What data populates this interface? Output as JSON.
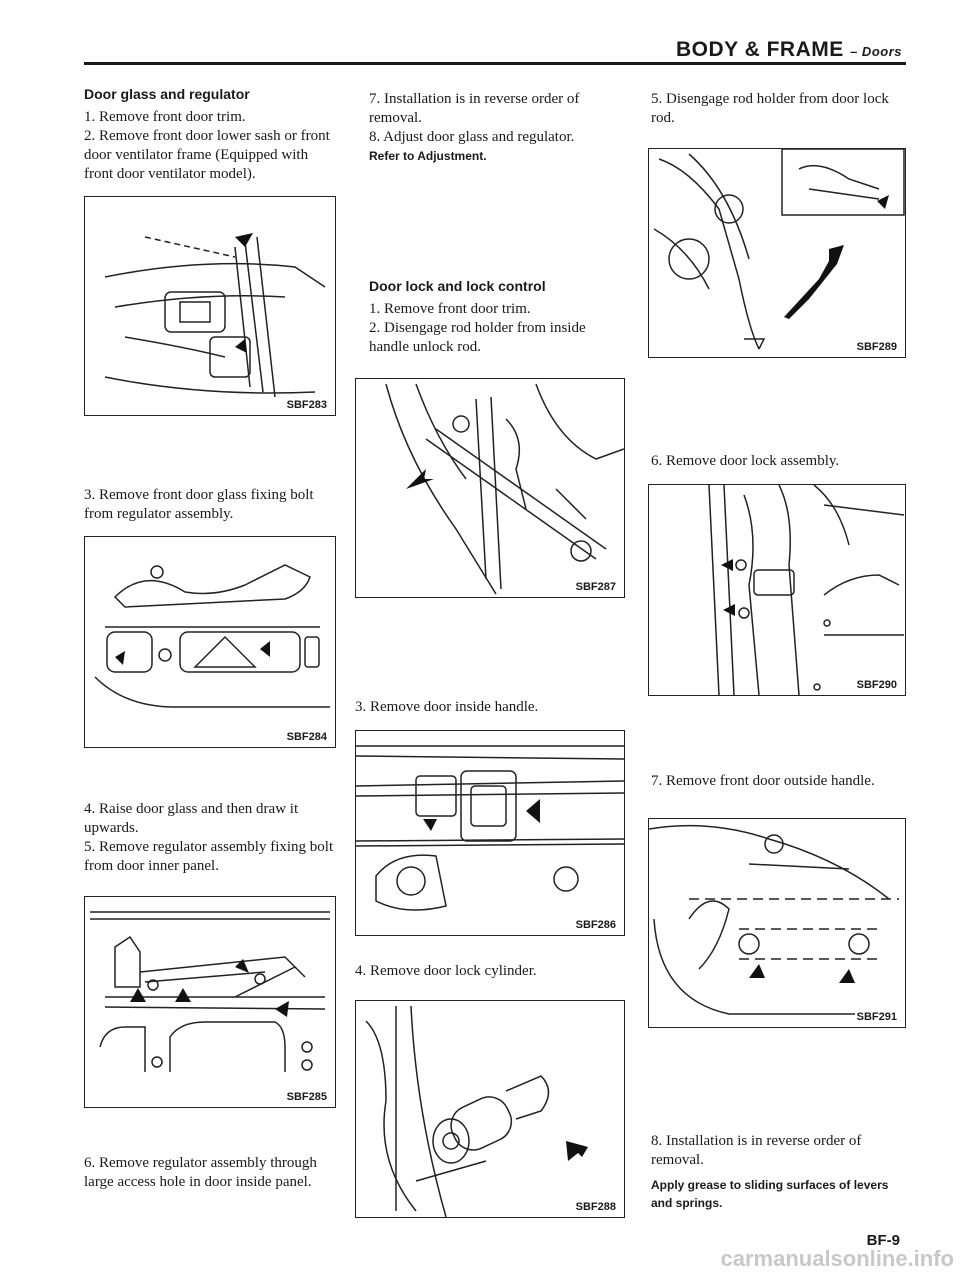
{
  "header": {
    "title": "BODY & FRAME",
    "subtitle": "– Doors"
  },
  "col1": {
    "heading": "Door glass and regulator",
    "step1": "1. Remove front door trim.",
    "step2": "2. Remove front door lower sash or front door ventilator frame (Equipped with front door ventilator model).",
    "fig1": "SBF283",
    "step3": "3. Remove front door glass fixing bolt from regulator assembly.",
    "fig2": "SBF284",
    "step4": "4. Raise door glass and then draw it upwards.",
    "step5": "5. Remove regulator assembly fixing bolt from door inner panel.",
    "fig3": "SBF285",
    "step6": "6. Remove regulator assembly through large access hole in door inside panel."
  },
  "col2": {
    "step7": "7. Installation is in reverse order of removal.",
    "step8": "8. Adjust door glass and regulator.",
    "note": "Refer to Adjustment.",
    "heading": "Door lock and lock control",
    "step1": "1. Remove front door trim.",
    "step2": "2. Disengage rod holder from inside handle unlock rod.",
    "fig1": "SBF287",
    "step3": "3. Remove door inside handle.",
    "fig2": "SBF286",
    "step4": "4. Remove door lock cylinder.",
    "fig3": "SBF288"
  },
  "col3": {
    "step5": "5. Disengage rod holder from door lock rod.",
    "fig1": "SBF289",
    "step6": "6. Remove door lock assembly.",
    "fig2": "SBF290",
    "step7": "7. Remove front door outside handle.",
    "fig3": "SBF291",
    "step8": "8. Installation is in reverse order of removal.",
    "note": "Apply grease to sliding surfaces of levers and springs."
  },
  "page_number": "BF-9",
  "watermark": "carmanualsonline.info"
}
